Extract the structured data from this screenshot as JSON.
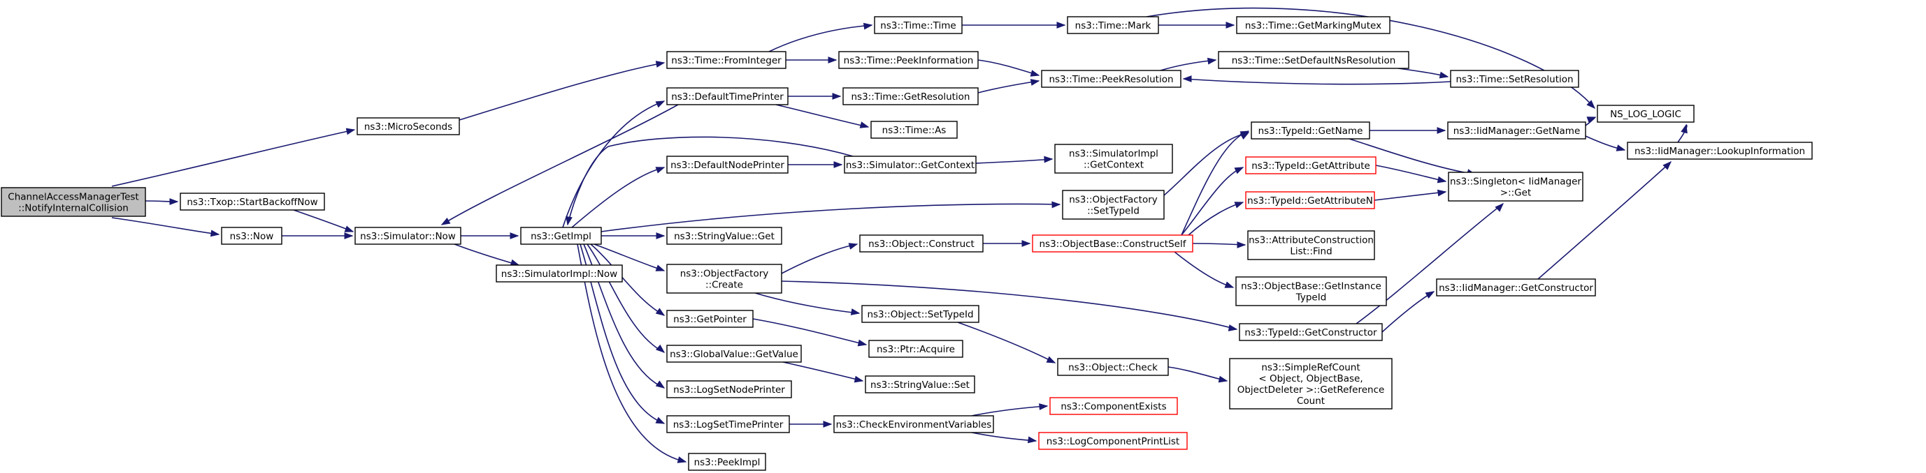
{
  "colors": {
    "edge": "#191970",
    "node_border": "#000000",
    "node_border_truncated": "#ff0000",
    "node_fill": "#ffffff",
    "root_fill": "#bfbfbf"
  },
  "nodes": [
    {
      "id": "root",
      "lines": [
        "ChannelAccessManagerTest",
        "::NotifyInternalCollision"
      ],
      "kind": "root"
    },
    {
      "id": "microseconds",
      "lines": [
        "ns3::MicroSeconds"
      ],
      "kind": "normal"
    },
    {
      "id": "startbackoff",
      "lines": [
        "ns3::Txop::StartBackoffNow"
      ],
      "kind": "normal"
    },
    {
      "id": "now",
      "lines": [
        "ns3::Now"
      ],
      "kind": "normal"
    },
    {
      "id": "simnow",
      "lines": [
        "ns3::Simulator::Now"
      ],
      "kind": "normal"
    },
    {
      "id": "getimpl",
      "lines": [
        "ns3::GetImpl"
      ],
      "kind": "normal"
    },
    {
      "id": "simimplnow",
      "lines": [
        "ns3::SimulatorImpl::Now"
      ],
      "kind": "normal"
    },
    {
      "id": "fromint",
      "lines": [
        "ns3::Time::FromInteger"
      ],
      "kind": "normal"
    },
    {
      "id": "deftimeprinter",
      "lines": [
        "ns3::DefaultTimePrinter"
      ],
      "kind": "normal"
    },
    {
      "id": "defnodeprinter",
      "lines": [
        "ns3::DefaultNodePrinter"
      ],
      "kind": "normal"
    },
    {
      "id": "stringget",
      "lines": [
        "ns3::StringValue::Get"
      ],
      "kind": "normal"
    },
    {
      "id": "ofcreate",
      "lines": [
        "ns3::ObjectFactory",
        "::Create"
      ],
      "kind": "normal"
    },
    {
      "id": "getpointer",
      "lines": [
        "ns3::GetPointer"
      ],
      "kind": "normal"
    },
    {
      "id": "gvgetvalue",
      "lines": [
        "ns3::GlobalValue::GetValue"
      ],
      "kind": "normal"
    },
    {
      "id": "logsetnode",
      "lines": [
        "ns3::LogSetNodePrinter"
      ],
      "kind": "normal"
    },
    {
      "id": "logsettime",
      "lines": [
        "ns3::LogSetTimePrinter"
      ],
      "kind": "normal"
    },
    {
      "id": "peekimpl",
      "lines": [
        "ns3::PeekImpl"
      ],
      "kind": "normal"
    },
    {
      "id": "timetime",
      "lines": [
        "ns3::Time::Time"
      ],
      "kind": "normal"
    },
    {
      "id": "peekinfo",
      "lines": [
        "ns3::Time::PeekInformation"
      ],
      "kind": "normal"
    },
    {
      "id": "getres",
      "lines": [
        "ns3::Time::GetResolution"
      ],
      "kind": "normal"
    },
    {
      "id": "timeas",
      "lines": [
        "ns3::Time::As"
      ],
      "kind": "normal"
    },
    {
      "id": "simgetctx",
      "lines": [
        "ns3::Simulator::GetContext"
      ],
      "kind": "normal"
    },
    {
      "id": "objconstruct",
      "lines": [
        "ns3::Object::Construct"
      ],
      "kind": "normal"
    },
    {
      "id": "objsettypeid",
      "lines": [
        "ns3::Object::SetTypeId"
      ],
      "kind": "normal"
    },
    {
      "id": "ptracquire",
      "lines": [
        "ns3::Ptr::Acquire"
      ],
      "kind": "normal"
    },
    {
      "id": "strset",
      "lines": [
        "ns3::StringValue::Set"
      ],
      "kind": "normal"
    },
    {
      "id": "checkenv",
      "lines": [
        "ns3::CheckEnvironmentVariables"
      ],
      "kind": "normal"
    },
    {
      "id": "timemark",
      "lines": [
        "ns3::Time::Mark"
      ],
      "kind": "normal"
    },
    {
      "id": "peekres",
      "lines": [
        "ns3::Time::PeekResolution"
      ],
      "kind": "normal"
    },
    {
      "id": "simimplgetctx",
      "lines": [
        "ns3::SimulatorImpl",
        "::GetContext"
      ],
      "kind": "normal"
    },
    {
      "id": "ofsettypeid",
      "lines": [
        "ns3::ObjectFactory",
        "::SetTypeId"
      ],
      "kind": "normal"
    },
    {
      "id": "constructself",
      "lines": [
        "ns3::ObjectBase::ConstructSelf"
      ],
      "kind": "truncated"
    },
    {
      "id": "objcheck",
      "lines": [
        "ns3::Object::Check"
      ],
      "kind": "normal"
    },
    {
      "id": "compexists",
      "lines": [
        "ns3::ComponentExists"
      ],
      "kind": "truncated"
    },
    {
      "id": "logcompprint",
      "lines": [
        "ns3::LogComponentPrintList"
      ],
      "kind": "truncated"
    },
    {
      "id": "getmarkmutex",
      "lines": [
        "ns3::Time::GetMarkingMutex"
      ],
      "kind": "normal"
    },
    {
      "id": "setdefnsres",
      "lines": [
        "ns3::Time::SetDefaultNsResolution"
      ],
      "kind": "normal"
    },
    {
      "id": "setres",
      "lines": [
        "ns3::Time::SetResolution"
      ],
      "kind": "normal"
    },
    {
      "id": "tigetname",
      "lines": [
        "ns3::TypeId::GetName"
      ],
      "kind": "normal"
    },
    {
      "id": "tigetattr",
      "lines": [
        "ns3::TypeId::GetAttribute"
      ],
      "kind": "truncated"
    },
    {
      "id": "tigetattrn",
      "lines": [
        "ns3::TypeId::GetAttributeN"
      ],
      "kind": "truncated"
    },
    {
      "id": "acfind",
      "lines": [
        "ns3::AttributeConstruction",
        "List::Find"
      ],
      "kind": "normal"
    },
    {
      "id": "obgetinst",
      "lines": [
        "ns3::ObjectBase::GetInstance",
        "TypeId"
      ],
      "kind": "normal"
    },
    {
      "id": "tigetctor",
      "lines": [
        "ns3::TypeId::GetConstructor"
      ],
      "kind": "normal"
    },
    {
      "id": "simplerefcount",
      "lines": [
        "ns3::SimpleRefCount",
        "< Object, ObjectBase,",
        " ObjectDeleter >::GetReference",
        "Count"
      ],
      "kind": "normal"
    },
    {
      "id": "iidgetname",
      "lines": [
        "ns3::IidManager::GetName"
      ],
      "kind": "normal"
    },
    {
      "id": "singletonget",
      "lines": [
        "ns3::Singleton< IidManager",
        " >::Get"
      ],
      "kind": "normal"
    },
    {
      "id": "iidgetctor",
      "lines": [
        "ns3::IidManager::GetConstructor"
      ],
      "kind": "normal"
    },
    {
      "id": "nslog",
      "lines": [
        "NS_LOG_LOGIC"
      ],
      "kind": "normal"
    },
    {
      "id": "iidlookup",
      "lines": [
        "ns3::IidManager::LookupInformation"
      ],
      "kind": "normal"
    }
  ]
}
